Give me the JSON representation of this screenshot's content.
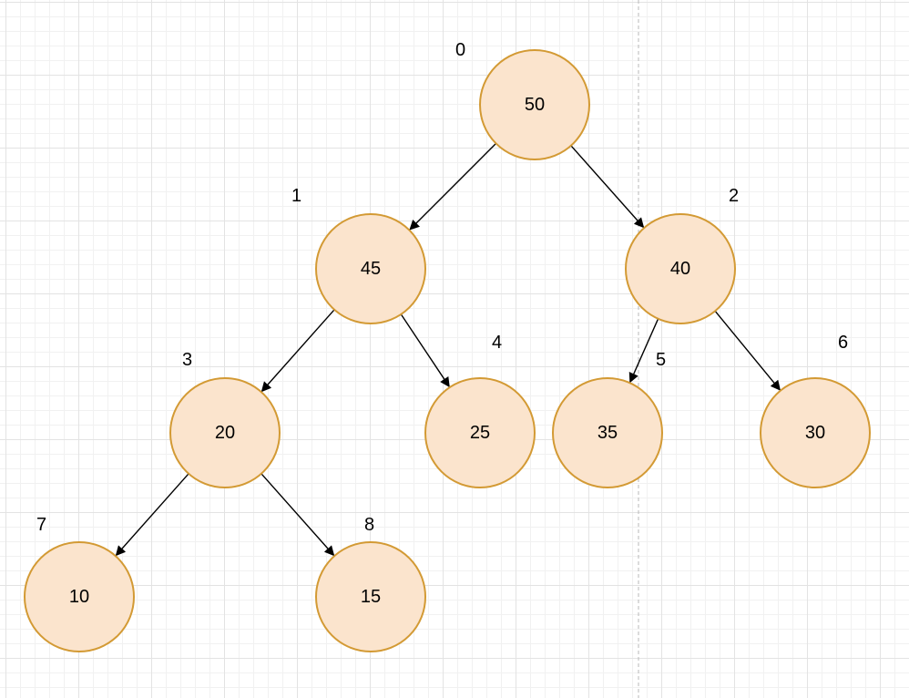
{
  "nodes": [
    {
      "index": "0",
      "value": "50"
    },
    {
      "index": "1",
      "value": "45"
    },
    {
      "index": "2",
      "value": "40"
    },
    {
      "index": "3",
      "value": "20"
    },
    {
      "index": "4",
      "value": "25"
    },
    {
      "index": "5",
      "value": "35"
    },
    {
      "index": "6",
      "value": "30"
    },
    {
      "index": "7",
      "value": "10"
    },
    {
      "index": "8",
      "value": "15"
    }
  ],
  "edges": [
    {
      "from": 0,
      "to": 1
    },
    {
      "from": 0,
      "to": 2
    },
    {
      "from": 1,
      "to": 3
    },
    {
      "from": 1,
      "to": 4
    },
    {
      "from": 2,
      "to": 5
    },
    {
      "from": 2,
      "to": 6
    },
    {
      "from": 3,
      "to": 7
    },
    {
      "from": 3,
      "to": 8
    }
  ],
  "colors": {
    "node_fill": "#fbe4cd",
    "node_stroke": "#d39a34",
    "edge": "#000000"
  }
}
